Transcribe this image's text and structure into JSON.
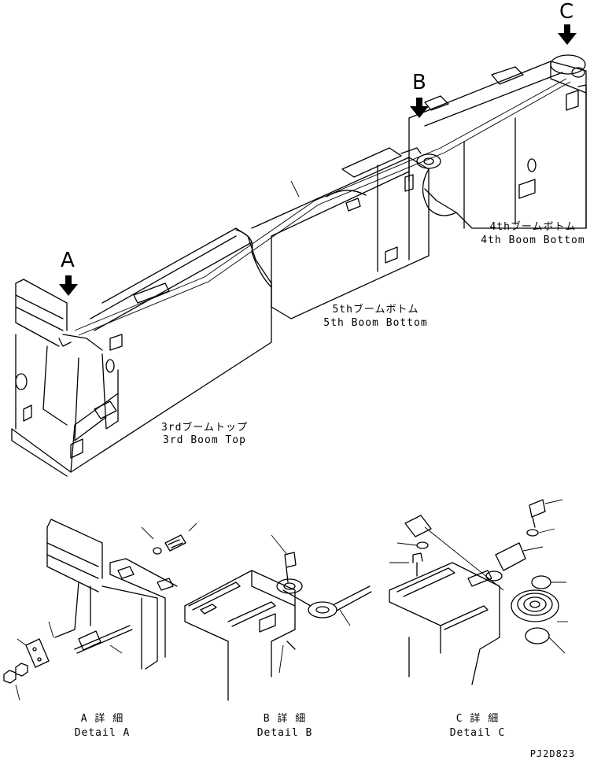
{
  "callouts": {
    "a": "A",
    "b": "B",
    "c": "C"
  },
  "labels": {
    "boom4_jp": "4thブームボトム",
    "boom4_en": "4th Boom Bottom",
    "boom5_jp": "5thブームボトム",
    "boom5_en": "5th Boom Bottom",
    "boom3_jp": "3rdブームトップ",
    "boom3_en": "3rd Boom Top"
  },
  "details": {
    "a_jp": "A 詳 細",
    "a_en": "Detail A",
    "b_jp": "B 詳 細",
    "b_en": "Detail B",
    "c_jp": "C 詳 細",
    "c_en": "Detail C"
  },
  "drawing_code": "PJ2D823",
  "colors": {
    "ink": "#000000",
    "paper": "#ffffff"
  }
}
